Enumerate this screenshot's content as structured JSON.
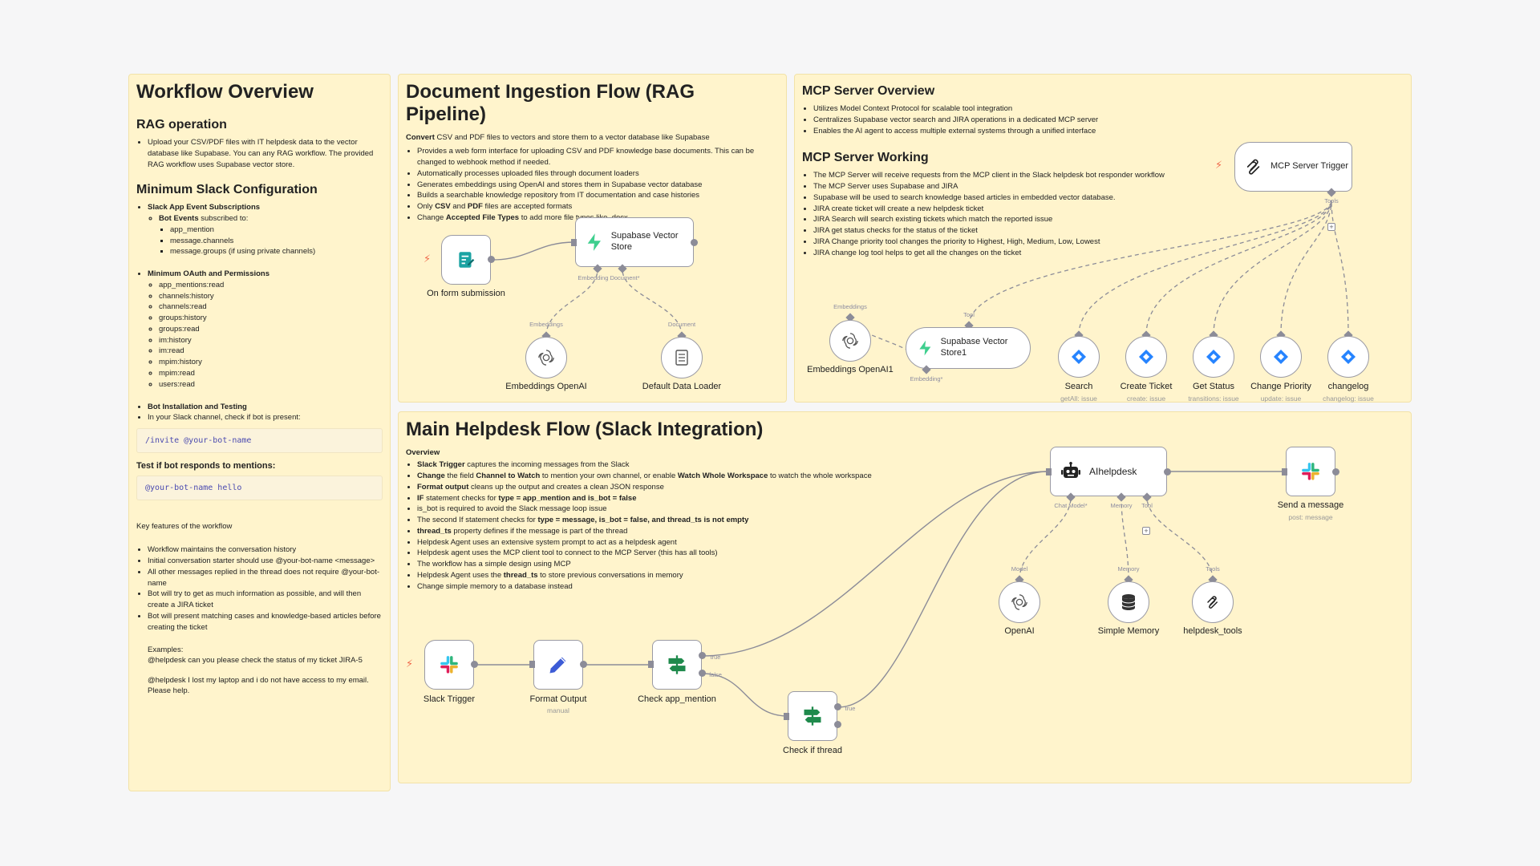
{
  "colors": {
    "sticky": "#fff4cc",
    "edge": "#8c8c98",
    "supabase": "#3ecf8e",
    "jira": "#2684ff",
    "trigger": "#f06a4c",
    "code_text": "#4a4ab0"
  },
  "overview": {
    "title": "Workflow Overview",
    "rag_heading": "RAG operation",
    "rag_items": [
      "Upload your CSV/PDF files with IT helpdesk data to the vector database like Supabase. You can any RAG workflow. The provided RAG workflow uses Supabase vector store."
    ],
    "slack_heading": "Minimum Slack Configuration",
    "event_subs": "Slack App Event Subscriptions",
    "bot_events_bold": "Bot Events",
    "bot_events_rest": " subscribed to:",
    "bot_events": [
      "app_mention",
      "message.channels",
      "message.groups (if using private channels)"
    ],
    "oauth": "Minimum OAuth and Permissions",
    "scopes": [
      "app_mentions:read",
      "channels:history",
      "channels:read",
      "groups:history",
      "groups:read",
      "im:history",
      "im:read",
      "mpim:history",
      "mpim:read",
      "users:read"
    ],
    "bot_install": "Bot Installation and Testing",
    "bot_install_note": "In your Slack channel, check if bot is present:",
    "invite_code": "/invite @your-bot-name",
    "test_heading": "Test if bot responds to mentions:",
    "test_code": "@your-bot-name hello",
    "key_features": "Key features of the workflow",
    "features": [
      "Workflow maintains the conversation history",
      "Initial conversation starter should use @your-bot-name <message>",
      "All other messages replied in the thread does not require @your-bot-name",
      "Bot will try to get as much information as possible, and will then create a JIRA ticket",
      "Bot will present matching cases and knowledge-based articles before creating the ticket"
    ],
    "examples_label": "Examples:",
    "example1": "@helpdesk can you please check the status of my ticket JIRA-5",
    "example2": "@helpdesk I lost my laptop and i do not have access to my email. Please help."
  },
  "ingestion": {
    "title": "Document Ingestion Flow (RAG Pipeline)",
    "convert_bold": "Convert",
    "convert_rest": " CSV and PDF files to vectors and store them to a vector database like Supabase",
    "items": [
      "Provides a web form interface for uploading CSV and PDF knowledge base documents. This can be changed to webhook method if needed.",
      "Automatically processes uploaded files through document loaders",
      "Generates embeddings using OpenAI and stores them in Supabase vector database",
      "Builds a searchable knowledge repository from IT documentation and case histories"
    ],
    "only_a": "Only ",
    "only_csv": "CSV",
    "only_and": " and ",
    "only_pdf": "PDF",
    "only_rest": " files are accepted formats",
    "change_a": "Change ",
    "change_bold": "Accepted File Types",
    "change_rest": " to add more file types like .docx",
    "nodes": {
      "form": "On form submission",
      "store": "Supabase Vector Store",
      "embeddings": "Embeddings OpenAI",
      "loader": "Default Data Loader"
    },
    "ports": {
      "embedding_document": "Embedding Document*",
      "embeddings": "Embeddings",
      "document": "Document"
    }
  },
  "mcp_overview": {
    "title": "MCP Server Overview",
    "items": [
      "Utilizes Model Context Protocol for scalable tool integration",
      "Centralizes Supabase vector search and JIRA operations in a dedicated MCP server",
      "Enables the AI agent to access multiple external systems through a unified interface"
    ]
  },
  "mcp_working": {
    "title": "MCP Server Working",
    "items": [
      "The MCP Server will receive requests from the MCP client in the Slack helpdesk bot responder workflow",
      "The MCP Server uses Supabase and JIRA",
      "Supabase will be used to search knowledge based articles in embedded vector database.",
      "JIRA create ticket will create a new helpdesk ticket",
      "JIRA Search will search existing tickets which match the reported issue",
      "JIRA get status checks for the status of the ticket",
      "JIRA Change priority tool changes the priority to Highest, High, Medium, Low, Lowest",
      "JIRA change log tool helps to get all the changes on the ticket"
    ],
    "nodes": {
      "trigger": "MCP Server Trigger",
      "store": "Supabase Vector Store1",
      "embeddings": "Embeddings OpenAI1",
      "tools": [
        {
          "label": "Search",
          "sub": "getAll: issue"
        },
        {
          "label": "Create Ticket",
          "sub": "create: issue"
        },
        {
          "label": "Get Status",
          "sub": "transitions: issue"
        },
        {
          "label": "Change Priority",
          "sub": "update: issue"
        },
        {
          "label": "changelog",
          "sub": "changelog: issue"
        }
      ]
    },
    "ports": {
      "tools": "Tools",
      "tool": "Tool",
      "embeddings": "Embeddings",
      "embedding": "Embedding*"
    }
  },
  "helpdesk": {
    "title": "Main Helpdesk Flow (Slack Integration)",
    "overview_label": "Overview",
    "line1_bold": "Slack Trigger",
    "line1_rest": " captures the incoming messages from the Slack",
    "line2_a": "Change",
    "line2_b": " the field ",
    "line2_c": "Channel to Watch",
    "line2_d": " to mention your own channel, or enable ",
    "line2_e": "Watch Whole Workspace",
    "line2_f": " to watch the whole workspace",
    "line3_bold": "Format output",
    "line3_rest": " cleans up the output and creates a clean JSON response",
    "line4_a": "IF",
    "line4_b": " statement checks for ",
    "line4_c": "type = app_mention and is_bot = false",
    "line5": "is_bot is required to avoid the Slack message loop issue",
    "line6_a": "The second If statement checks for ",
    "line6_b": "type = message, is_bot = false, and thread_ts is not empty",
    "line7_bold": "thread_ts",
    "line7_rest": " property defines if the message is part of the thread",
    "line8": "Helpdesk Agent uses an extensive system prompt to act as a helpdesk agent",
    "line9": "Helpdesk agent uses the MCP client tool to connect to the MCP Server (this has all tools)",
    "line10": "The workflow has a simple design using MCP",
    "line11_a": "Helpdesk Agent uses the ",
    "line11_b": "thread_ts",
    "line11_c": " to store previous conversations in memory",
    "line12": "Change simple memory to a database instead",
    "nodes": {
      "slack_trigger": "Slack Trigger",
      "format": "Format Output",
      "format_sub": "manual",
      "check_mention": "Check app_mention",
      "check_thread": "Check if thread",
      "agent": "AIhelpdesk",
      "send": "Send a message",
      "send_sub": "post: message",
      "openai": "OpenAI",
      "memory": "Simple Memory",
      "tools": "helpdesk_tools"
    },
    "ports": {
      "true": "true",
      "false": "false",
      "chat_model": "Chat Model*",
      "memory": "Memory",
      "tool": "Tool",
      "model": "Model",
      "memory2": "Memory",
      "tools": "Tools"
    }
  }
}
